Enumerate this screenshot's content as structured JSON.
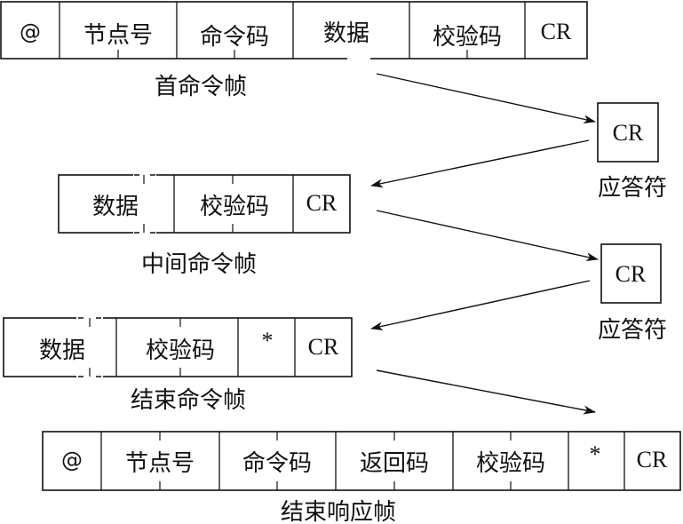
{
  "frames": {
    "first_command": {
      "caption": "首命令帧",
      "cells": [
        "@",
        "节点号",
        "命令码",
        "数据",
        "校验码",
        "CR"
      ]
    },
    "middle_command": {
      "caption": "中间命令帧",
      "cells": [
        "数据",
        "校验码",
        "CR"
      ]
    },
    "end_command": {
      "caption": "结束命令帧",
      "cells": [
        "数据",
        "校验码",
        "*",
        "CR"
      ]
    },
    "end_response": {
      "caption": "结束响应帧",
      "cells": [
        "@",
        "节点号",
        "命令码",
        "返回码",
        "校验码",
        "*",
        "CR"
      ]
    }
  },
  "responses": [
    {
      "box": "CR",
      "caption": "应答符"
    },
    {
      "box": "CR",
      "caption": "应答符"
    }
  ]
}
